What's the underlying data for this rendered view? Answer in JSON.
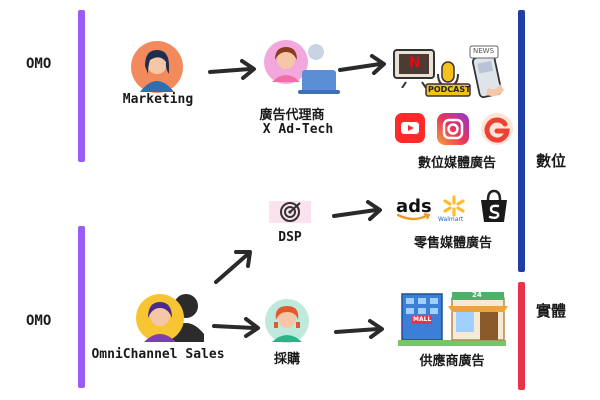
{
  "left_labels": {
    "top": "OMO",
    "bottom": "OMO"
  },
  "right_labels": {
    "digital": "數位",
    "physical": "實體"
  },
  "nodes": {
    "marketing": "Marketing",
    "agency_line1": "廣告代理商",
    "agency_line2": "X Ad-Tech",
    "digital_media": "數位媒體廣告",
    "dsp": "DSP",
    "retail_media": "零售媒體廣告",
    "omnichannel": "OmniChannel Sales",
    "procurement": "採購",
    "supplier_ads": "供應商廣告"
  },
  "logos": {
    "netflix": "N",
    "podcast": "PODCAST",
    "news": "NEWS",
    "amazon": "ads",
    "walmart": "Walmart",
    "mall": "MALL",
    "store_number": "24"
  },
  "colors": {
    "left_bar": "#9b5cf5",
    "digital_bar": "#1f3fa6",
    "physical_bar": "#e8334a"
  }
}
